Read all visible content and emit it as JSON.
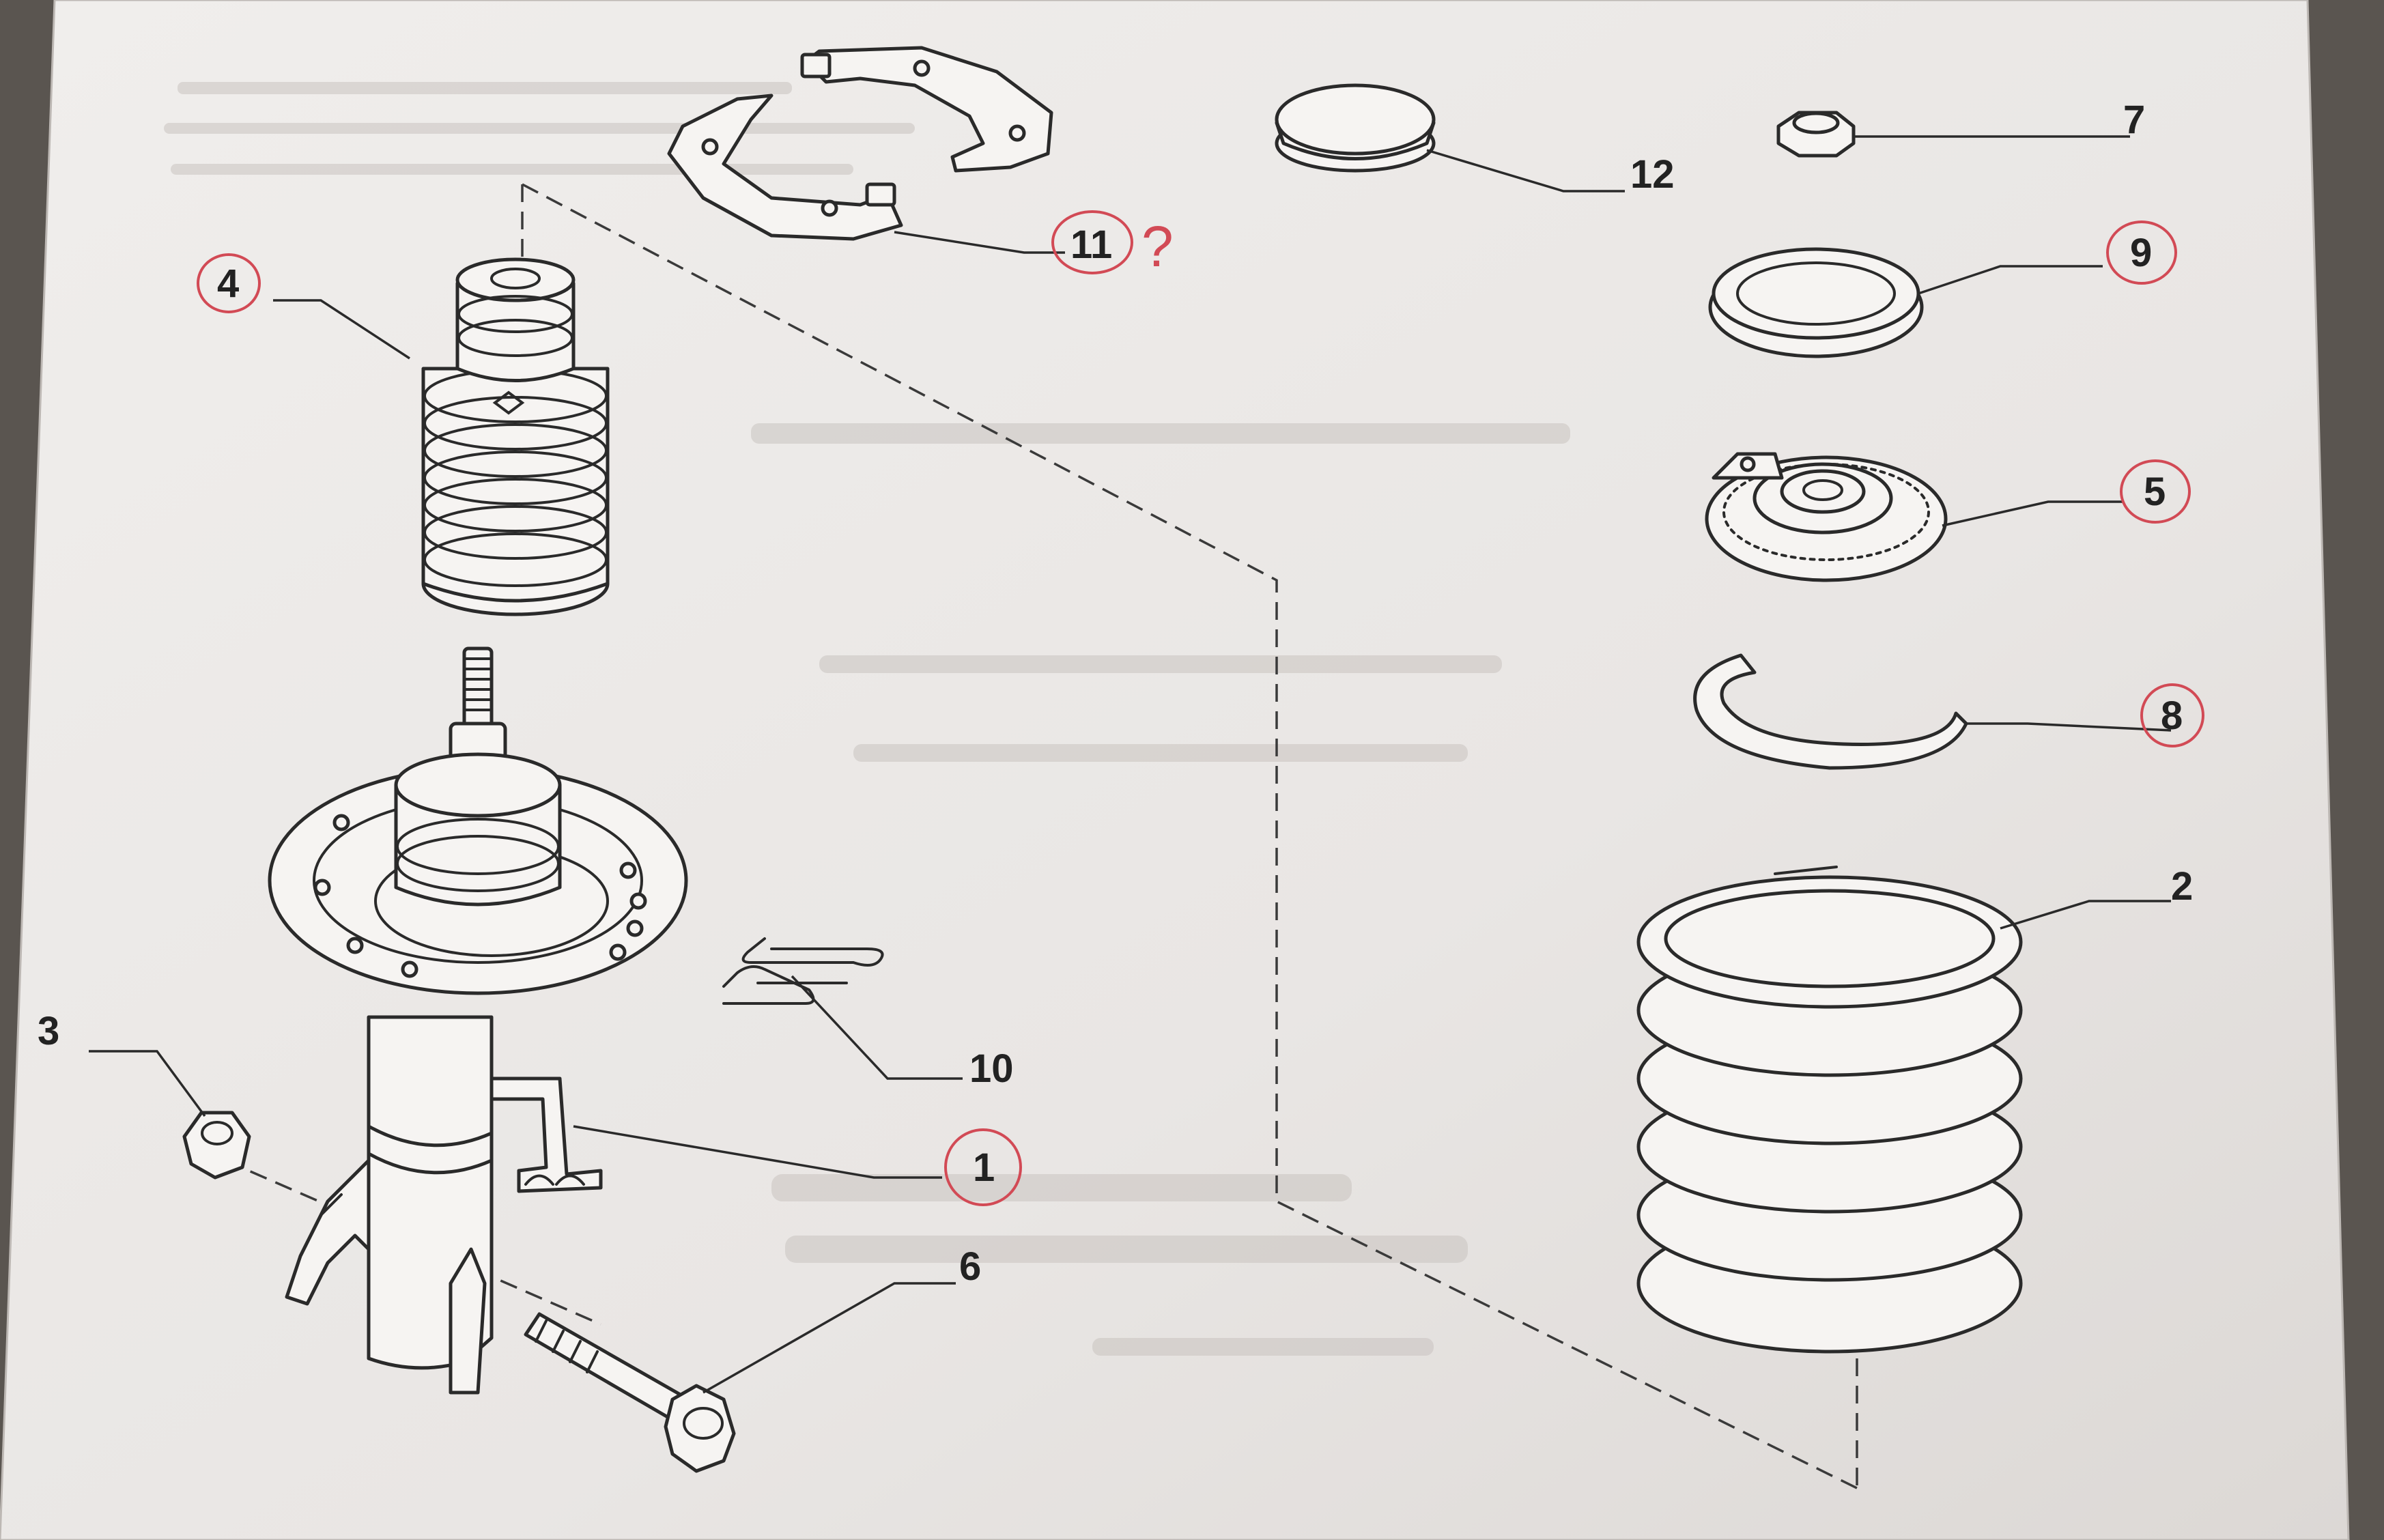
{
  "title": "",
  "labels": {
    "l1": "1",
    "l2": "2",
    "l3": "3",
    "l4": "4",
    "l5": "5",
    "l6": "6",
    "l7": "7",
    "l8": "8",
    "l9": "9",
    "l10": "10",
    "l11": "11",
    "l12": "12",
    "question": "?"
  },
  "annotated_labels": [
    "1",
    "4",
    "5",
    "8",
    "9",
    "11"
  ],
  "colors": {
    "paper": "#ebe8e6",
    "ink": "#2a2a2a",
    "annotation": "#d24a55",
    "background": "#5a5550"
  }
}
